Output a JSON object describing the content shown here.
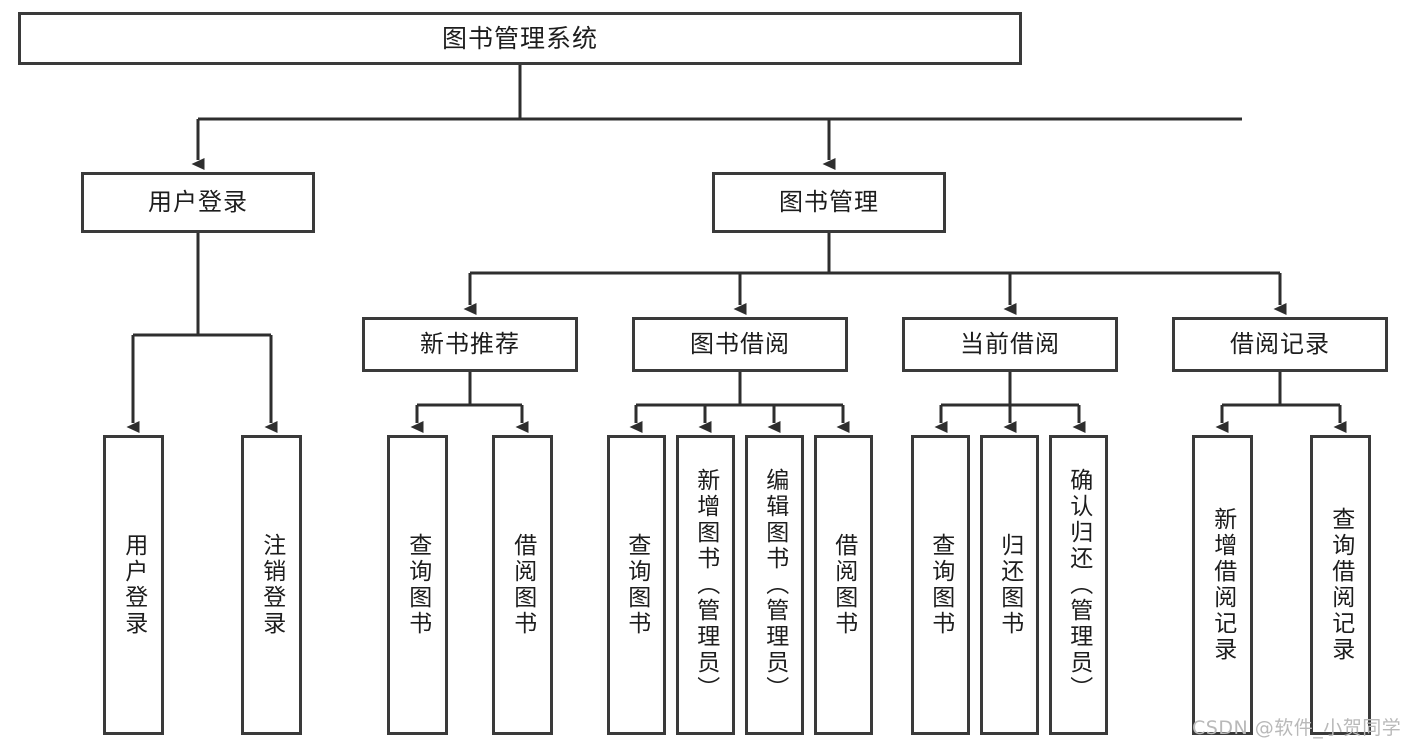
{
  "diagram": {
    "type": "hierarchy-tree",
    "title": "图书管理系统",
    "watermark": "CSDN @软件_小贺同学",
    "colors": {
      "box_border": "#3a3a3a",
      "box_fill": "#ffffff",
      "connector": "#2e2e2e",
      "text": "#1d1d1d",
      "watermark": "#b9b9b9",
      "background": "#ffffff"
    },
    "nodes": {
      "root": "图书管理系统",
      "level2": {
        "user_login": "用户登录",
        "book_manage": "图书管理"
      },
      "level3": {
        "new_book_rec": "新书推荐",
        "book_borrow": "图书借阅",
        "current_borrow": "当前借阅",
        "borrow_record": "借阅记录"
      },
      "leaves": {
        "user_login_children": [
          "用户登录",
          "注销登录"
        ],
        "new_book_rec_children": [
          "查询图书",
          "借阅图书"
        ],
        "book_borrow_children": [
          "查询图书",
          "新增图书（管理员）",
          "编辑图书（管理员）",
          "借阅图书"
        ],
        "current_borrow_children": [
          "查询图书",
          "归还图书",
          "确认归还（管理员）"
        ],
        "borrow_record_children": [
          "新增借阅记录",
          "查询借阅记录"
        ]
      }
    }
  }
}
